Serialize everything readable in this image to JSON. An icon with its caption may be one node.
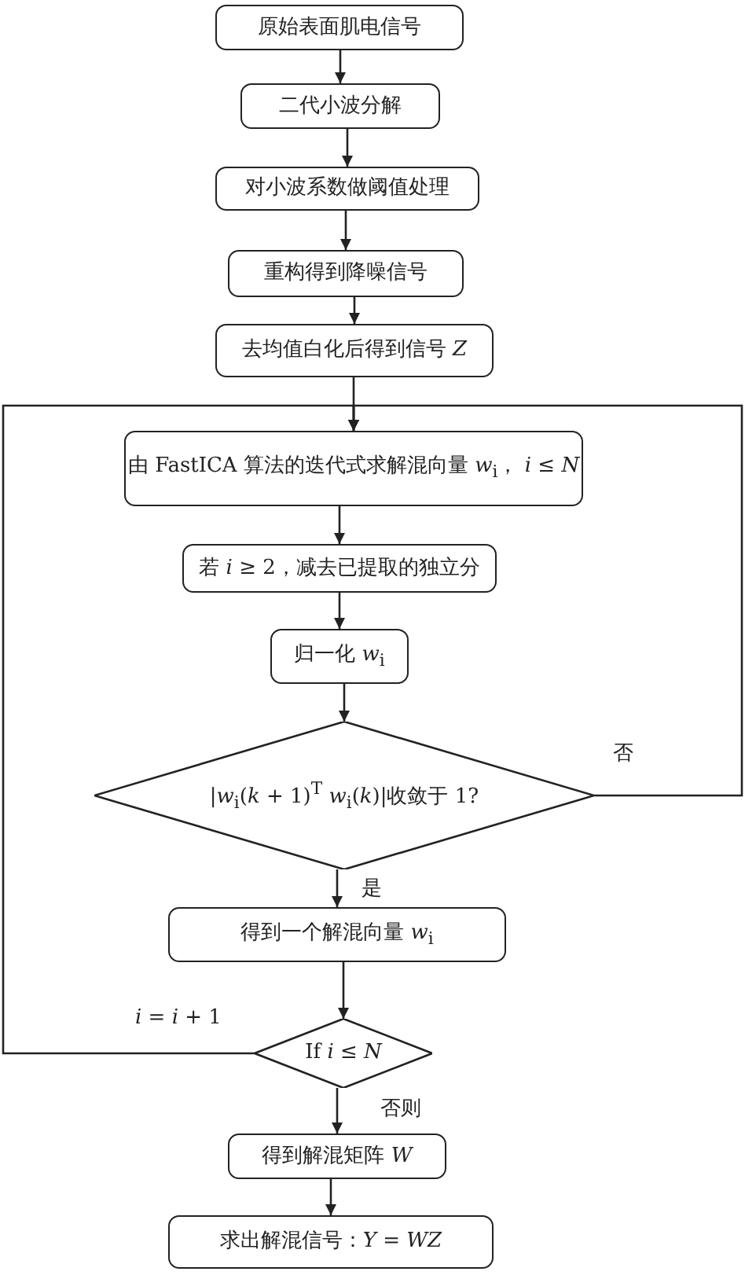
{
  "diagram": {
    "nodes": [
      {
        "text": [
          "原始表面肌电信号"
        ]
      },
      {
        "text": [
          "二代小波分解"
        ]
      },
      {
        "text": [
          "对小波系数做阈值处理"
        ]
      },
      {
        "text": [
          "重构得到降噪信号"
        ]
      },
      {
        "text": [
          "去均值白化后得到信号 *Z*"
        ]
      },
      {
        "text": [
          "由 FastICA 算法的迭代式求解混向量 *w*$_{i}$， *i* ≤ *N*"
        ]
      },
      {
        "text": [
          "若 *i* ≥ 2，减去已提取的独立分"
        ]
      },
      {
        "text": [
          "归一化 *w*$_{i}$"
        ]
      },
      {
        "text": [
          "|*w*$_{i}$(*k* + 1)$^{T}$ *w*$_{i}$(*k*)|收敛于 1?"
        ]
      },
      {
        "text": [
          "得到一个解混向量 *w*$_{i}$"
        ]
      },
      {
        "text": [
          "If  *i* ≤ *N*"
        ]
      },
      {
        "text": [
          "得到解混矩阵 *W*"
        ]
      },
      {
        "text": [
          "求出解混信号：*Y* = *WZ*"
        ]
      }
    ],
    "edges": [
      {
        "from": 0,
        "to": 1,
        "arrow": "to"
      },
      {
        "from": 1,
        "to": 2,
        "arrow": "to"
      },
      {
        "from": 2,
        "to": 3,
        "arrow": "to"
      },
      {
        "from": 3,
        "to": 4,
        "arrow": "to"
      },
      {
        "from": 4,
        "to": 5,
        "arrow": "to"
      },
      {
        "from": 5,
        "to": 6,
        "arrow": "to"
      },
      {
        "from": 6,
        "to": 7,
        "arrow": "to"
      },
      {
        "from": 7,
        "to": 8,
        "arrow": "to"
      },
      {
        "from": 8,
        "to": 9,
        "arrow": "to",
        "label": "是"
      },
      {
        "from": 9,
        "to": 10,
        "arrow": "to"
      },
      {
        "from": 10,
        "to": 11,
        "arrow": "to",
        "label": "否则"
      },
      {
        "from": 11,
        "to": 12,
        "arrow": "to"
      },
      {
        "from": 8,
        "to": 5,
        "arrow": "to",
        "label": "否"
      },
      {
        "from": 10,
        "to": 5,
        "arrow": "to",
        "label": "*i* = *i* + 1"
      }
    ]
  }
}
